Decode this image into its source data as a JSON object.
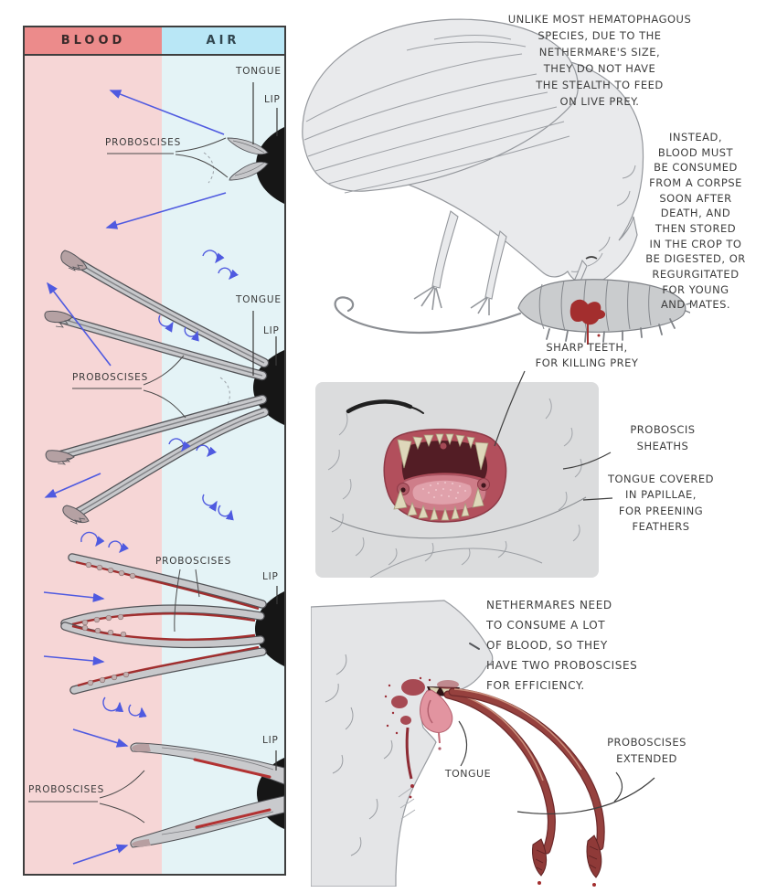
{
  "panel": {
    "header": {
      "blood": "BLOOD",
      "air": "AIR"
    },
    "labels": {
      "tongue": "TONGUE",
      "lip": "LIP",
      "proboscises": "PROBOSCISES"
    }
  },
  "captions": {
    "top": "UNLIKE MOST HEMATOPHAGOUS\nSPECIES, DUE TO THE\nNETHERMARE'S SIZE,\nTHEY DO NOT HAVE\nTHE STEALTH TO FEED\nON LIVE PREY.",
    "side": "INSTEAD,\nBLOOD MUST\nBE CONSUMED\nFROM A CORPSE\nSOON AFTER\nDEATH, AND\nTHEN STORED\nIN THE CROP TO\nBE DIGESTED, OR\nREGURGITATED\nFOR YOUNG\nAND MATES.",
    "bottom": "NETHERMARES NEED\nTO CONSUME A LOT\nOF BLOOD, SO THEY\nHAVE TWO PROBOSCISES\nFOR EFFICIENCY."
  },
  "mouth_labels": {
    "sharp_teeth": "SHARP TEETH,\nFOR KILLING PREY",
    "sheaths": "PROBOSCIS\nSHEATHS",
    "tongue_papillae": "TONGUE COVERED\nIN PAPILLAE,\nFOR PREENING\nFEATHERS"
  },
  "extended_labels": {
    "tongue": "TONGUE",
    "extended": "PROBOSCISES\nEXTENDED"
  },
  "colors": {
    "blood_header": "#ec8b8b",
    "air_header": "#b9e7f6",
    "blood_column": "#f6d6d6",
    "air_column": "#e4f3f6",
    "arrow_blue": "#4f5ae0",
    "blood_red": "#a32e2e",
    "mouth_crimson": "#b24f5c",
    "ink": "#3e3e3e"
  }
}
